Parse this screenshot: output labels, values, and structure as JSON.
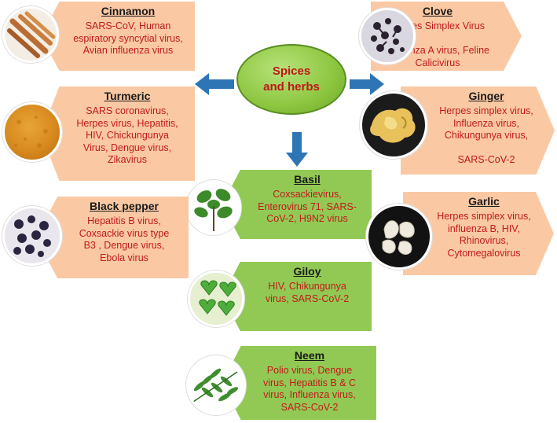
{
  "center": {
    "line1": "Spices",
    "line2": "and herbs"
  },
  "colors": {
    "peach": "#fac9a4",
    "green": "#92c954",
    "virus_text": "#c11a1a",
    "arrow": "#2e75b6"
  },
  "items": {
    "cinnamon": {
      "name": "Cinnamon",
      "viruses": "SARS-CoV, Human\nespiratory syncytial virus,\nAvian influenza virus"
    },
    "clove": {
      "name": "Clove",
      "viruses": "Herpes Simplex Virus\n\nInfluenza A virus, Feline\nCalicivirus"
    },
    "turmeric": {
      "name": "Turmeric",
      "viruses": "SARS coronavirus,\nHerpes virus, Hepatitis,\nHIV, Chickungunya\nVirus, Dengue virus,\nZikavirus"
    },
    "ginger": {
      "name": "Ginger",
      "viruses": "Herpes simplex virus,\nInfluenza virus,\nChikungunya virus,\n\nSARS-CoV-2"
    },
    "basil": {
      "name": "Basil",
      "viruses": "Coxsackievirus,\nEnterovirus 71, SARS-\nCoV-2, H9N2 virus"
    },
    "black_pepper": {
      "name": "Black pepper",
      "viruses": "Hepatitis B virus,\nCoxsackie virus type\nB3 , Dengue virus,\nEbola virus"
    },
    "garlic": {
      "name": "Garlic",
      "viruses": "Herpes simplex virus,\ninfluenza B, HIV,\nRhinovirus,\nCytomegalovirus"
    },
    "giloy": {
      "name": "Giloy",
      "viruses": "HIV, Chikungunya\nvirus, SARS-CoV-2"
    },
    "neem": {
      "name": "Neem",
      "viruses": "Polio virus, Dengue\nvirus, Hepatitis B & C\nvirus, Influenza virus,\nSARS-CoV-2"
    }
  }
}
